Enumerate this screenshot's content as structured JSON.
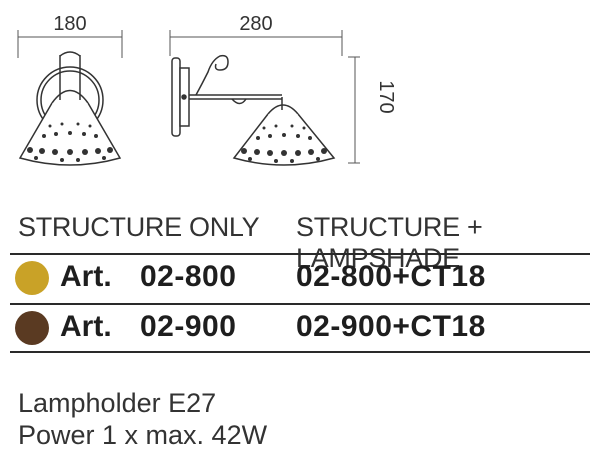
{
  "drawing": {
    "front_width": "180",
    "side_width": "280",
    "side_height": "170"
  },
  "headers": {
    "structure_only": "STRUCTURE ONLY",
    "structure_lampshade": "STRUCTURE + LAMPSHADE"
  },
  "rows": [
    {
      "swatch_color": "#c9a227",
      "art_label": "Art.",
      "code": "02-800",
      "code_with_shade": "02-800+CT18"
    },
    {
      "swatch_color": "#5a3a22",
      "art_label": "Art.",
      "code": "02-900",
      "code_with_shade": "02-900+CT18"
    }
  ],
  "specs": {
    "lampholder": "Lampholder E27",
    "power": "Power 1 x max. 42W"
  }
}
